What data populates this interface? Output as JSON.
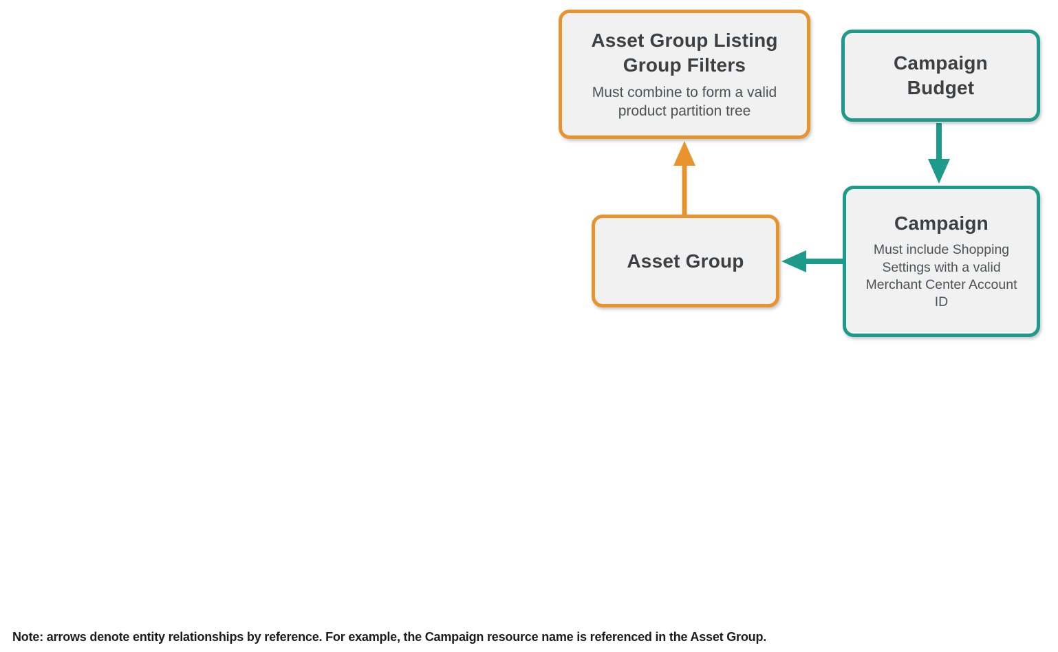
{
  "colors": {
    "orange_accent": "#e8932e",
    "teal_accent": "#1d9a89",
    "node_fill": "#f1f1f2",
    "title_text": "#3c4043",
    "subtitle_text": "#4d5156",
    "note_text": "#1b1b1b",
    "background": "#ffffff"
  },
  "diagram": {
    "nodes": [
      {
        "id": "asset-group-listing-group-filters",
        "title": "Asset Group Listing Group Filters",
        "subtitle": "Must combine to form a valid product partition tree",
        "accent": "orange"
      },
      {
        "id": "campaign-budget",
        "title": "Campaign Budget",
        "subtitle": "",
        "accent": "teal"
      },
      {
        "id": "asset-group",
        "title": "Asset Group",
        "subtitle": "",
        "accent": "orange"
      },
      {
        "id": "campaign",
        "title": "Campaign",
        "subtitle": "Must include Shopping Settings with a valid Merchant Center Account ID",
        "accent": "teal"
      }
    ],
    "edges": [
      {
        "from": "asset-group",
        "to": "asset-group-listing-group-filters",
        "color": "orange",
        "direction": "up"
      },
      {
        "from": "campaign-budget",
        "to": "campaign",
        "color": "teal",
        "direction": "down"
      },
      {
        "from": "campaign",
        "to": "asset-group",
        "color": "teal",
        "direction": "left"
      }
    ]
  },
  "note": {
    "text": "Note: arrows denote entity relationships by reference. For example, the Campaign resource name is referenced in the Asset Group."
  }
}
